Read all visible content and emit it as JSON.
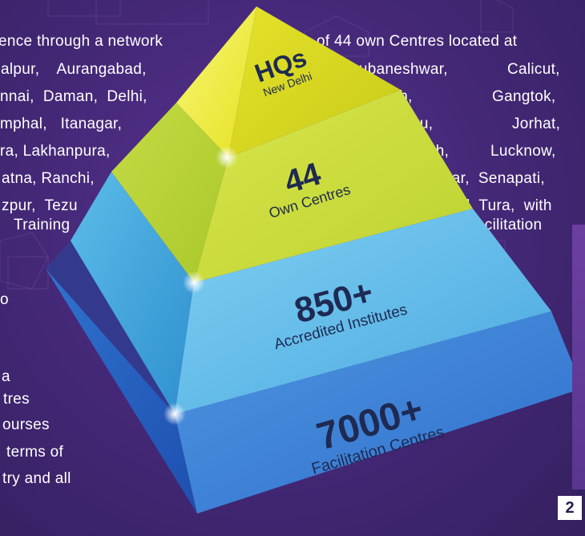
{
  "left_text": [
    "ence through a network",
    "alpur,    Aurangabad,",
    "nnai,  Daman,  Delhi,",
    "mphal,   Itanagar,",
    "ra, Lakhanpura,",
    "atna, Ranchi,",
    "zpur,  Tezu",
    "Training",
    "o",
    "a",
    "tres",
    "ourses",
    "terms of",
    "try and all"
  ],
  "right_text": [
    [
      "of 44 own Centres located at"
    ],
    [
      "Bhubaneshwar,",
      "Calicut,"
    ],
    [
      "Dibrugarh,",
      "Gangtok,"
    ],
    [
      "Jammu,",
      "Jorhat,"
    ],
    [
      "Leh,",
      "Lucknow,"
    ],
    [
      "Ropar,  Senapati,"
    ],
    [
      "and  Tura,  with"
    ],
    [
      "Facilitation"
    ]
  ],
  "pyramid": {
    "tiers": [
      {
        "id": "hq",
        "number": "HQs",
        "subtitle": "New Delhi",
        "color": "#e6e92a"
      },
      {
        "id": "own",
        "number": "44",
        "subtitle": "Own Centres",
        "color": "#b9d230"
      },
      {
        "id": "accredited",
        "number": "850+",
        "subtitle": "Accredited Institutes",
        "color": "#46aee0"
      },
      {
        "id": "facilitation",
        "number": "7000+",
        "subtitle": "Facilitation Centres",
        "color": "#2f6fcc"
      }
    ]
  },
  "page_number": "2",
  "colors": {
    "background": "#46297a",
    "text": "#ffffff",
    "label_dark": "#1e2a52"
  }
}
